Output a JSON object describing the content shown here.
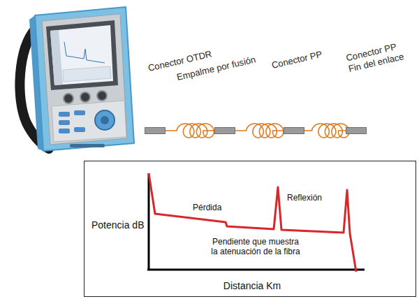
{
  "diagram": {
    "nodes": [
      {
        "text": [
          "Conector OTDR"
        ]
      },
      {
        "text": [
          "Empalme por fusión"
        ]
      },
      {
        "text": [
          "Conector PP"
        ]
      },
      {
        "text": [
          "Conector PP Fin del enlace"
        ]
      },
      {
        "text": [
          "Reflexión",
          "Pérdida",
          "Potencia dB",
          "Pendiente que muestra la atenuación de la fibra",
          "Distancia Km"
        ]
      }
    ],
    "edges": [
      {
        "from": 0,
        "to": 1,
        "arrow": "none"
      },
      {
        "from": 1,
        "to": 2,
        "arrow": "none"
      },
      {
        "from": 2,
        "to": 3,
        "arrow": "none"
      }
    ]
  }
}
